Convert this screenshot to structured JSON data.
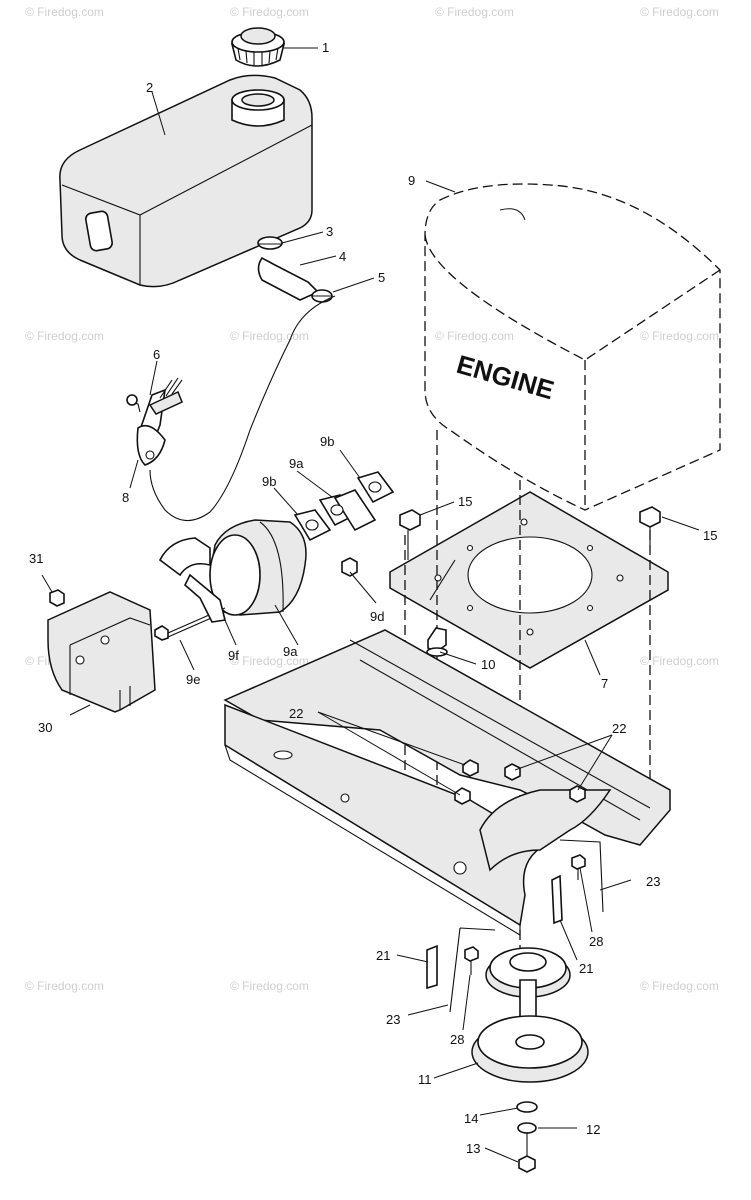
{
  "watermark": "© Firedog.com",
  "engine_label": "ENGINE",
  "callouts": {
    "c1": "1",
    "c2": "2",
    "c3": "3",
    "c4": "4",
    "c5": "5",
    "c6": "6",
    "c7": "7",
    "c8": "8",
    "c9": "9",
    "c9a_top": "9a",
    "c9b_left": "9b",
    "c9b_right": "9b",
    "c9a_muffler": "9a",
    "c9d": "9d",
    "c9e": "9e",
    "c9f": "9f",
    "c10": "10",
    "c11": "11",
    "c12": "12",
    "c13": "13",
    "c14": "14",
    "c15_left": "15",
    "c15_right": "15",
    "c21_left": "21",
    "c21_right": "21",
    "c22_left": "22",
    "c22_right": "22",
    "c23_left": "23",
    "c23_right": "23",
    "c28_left": "28",
    "c28_right": "28",
    "c30": "30",
    "c31": "31"
  },
  "colors": {
    "line": "#111111",
    "shade": "#e9e9e9",
    "watermark": "#cfcfcf"
  }
}
